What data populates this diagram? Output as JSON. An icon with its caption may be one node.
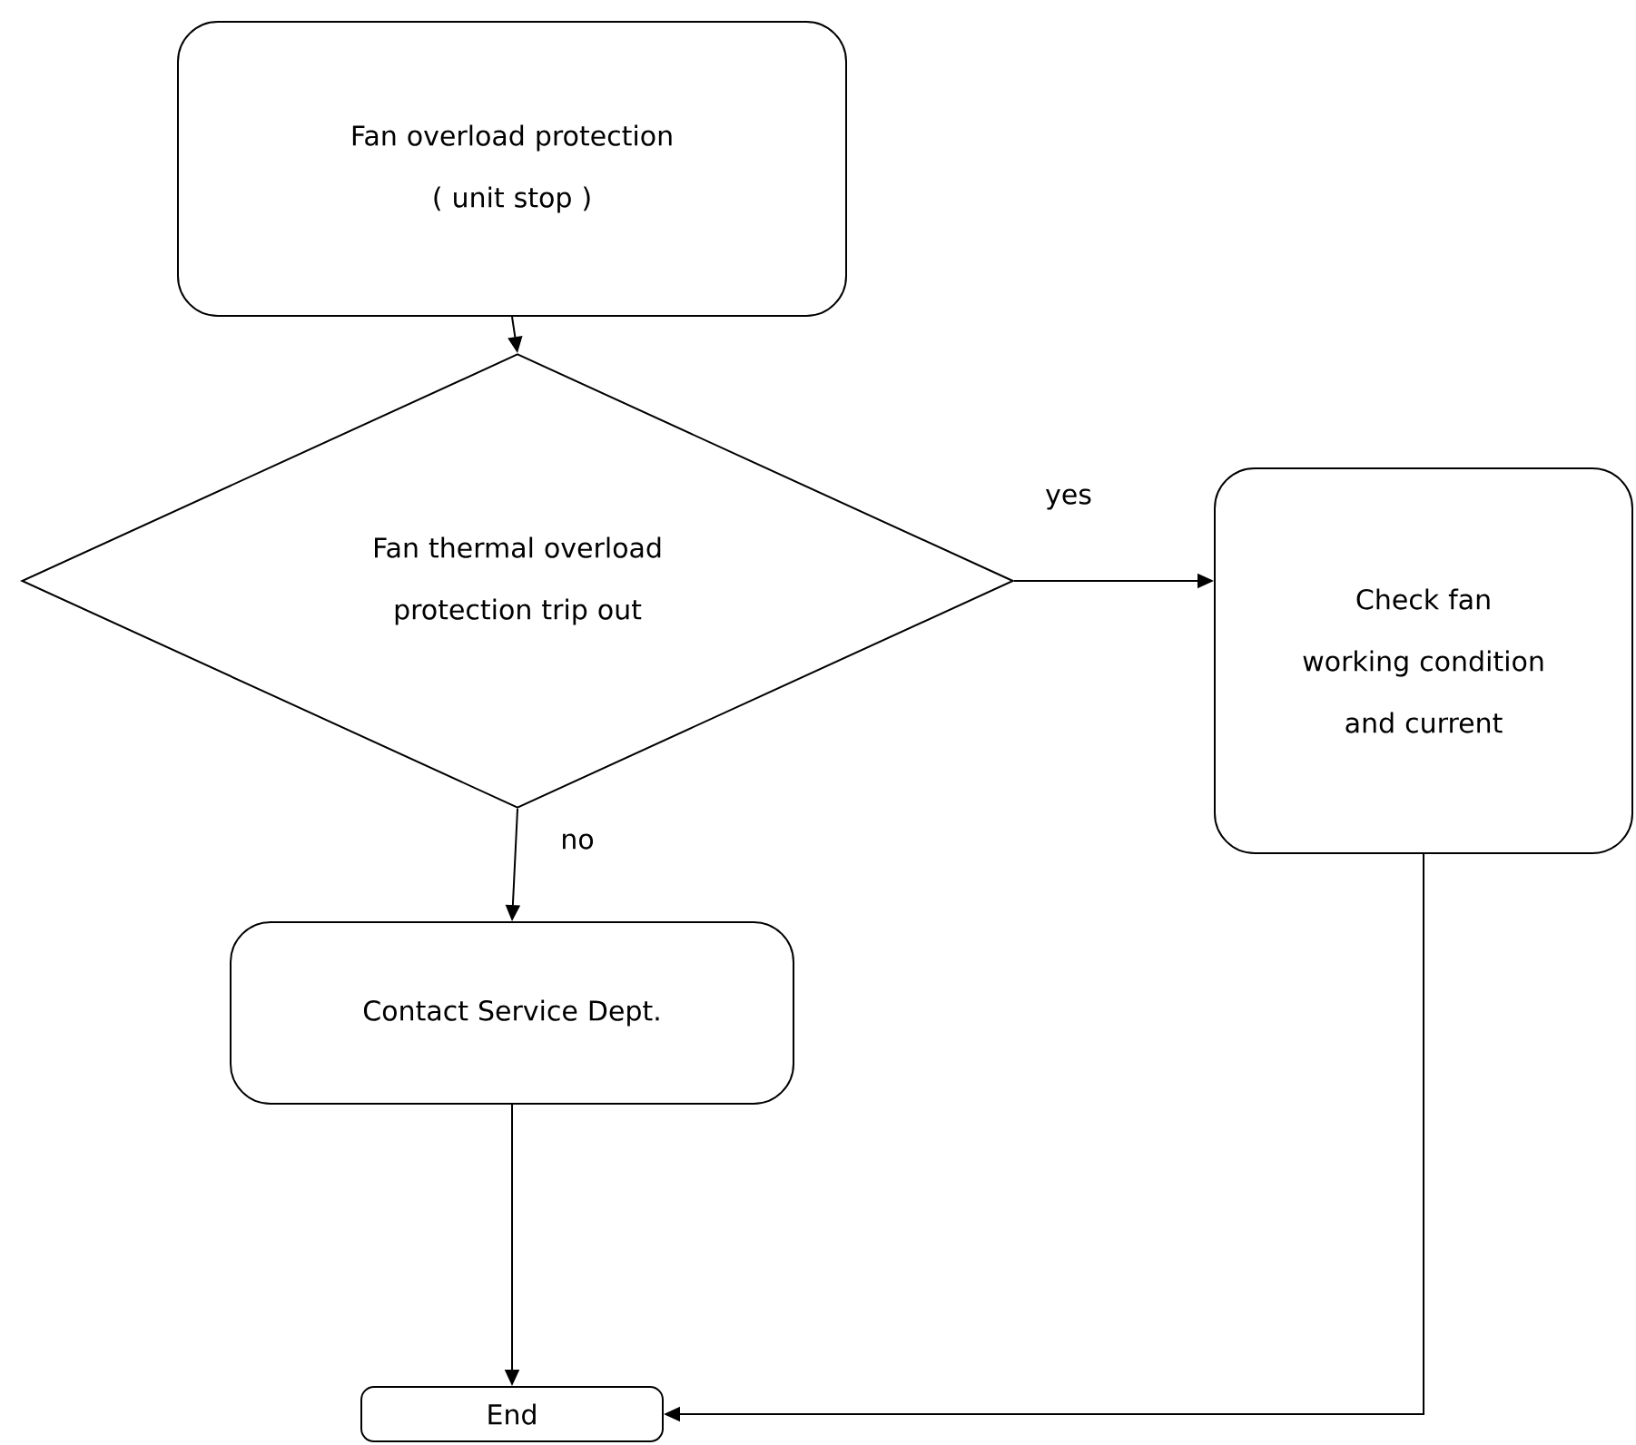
{
  "diagram": {
    "nodes": [
      {
        "text": [
          "Fan overload protection",
          "( unit stop )"
        ]
      },
      {
        "text": [
          "Fan thermal overload protection trip out"
        ]
      },
      {
        "text": [
          "Check fan working condition and current"
        ]
      },
      {
        "text": [
          "Contact Service Dept."
        ]
      },
      {
        "text": [
          "End"
        ]
      }
    ],
    "edges": [
      {
        "from": 0,
        "to": 1,
        "arrow": "to"
      },
      {
        "from": 1,
        "to": 2,
        "arrow": "to",
        "label": "yes"
      },
      {
        "from": 1,
        "to": 3,
        "arrow": "to",
        "label": "no"
      },
      {
        "from": 3,
        "to": 4,
        "arrow": "to"
      },
      {
        "from": 2,
        "to": 4,
        "arrow": "to"
      }
    ]
  }
}
